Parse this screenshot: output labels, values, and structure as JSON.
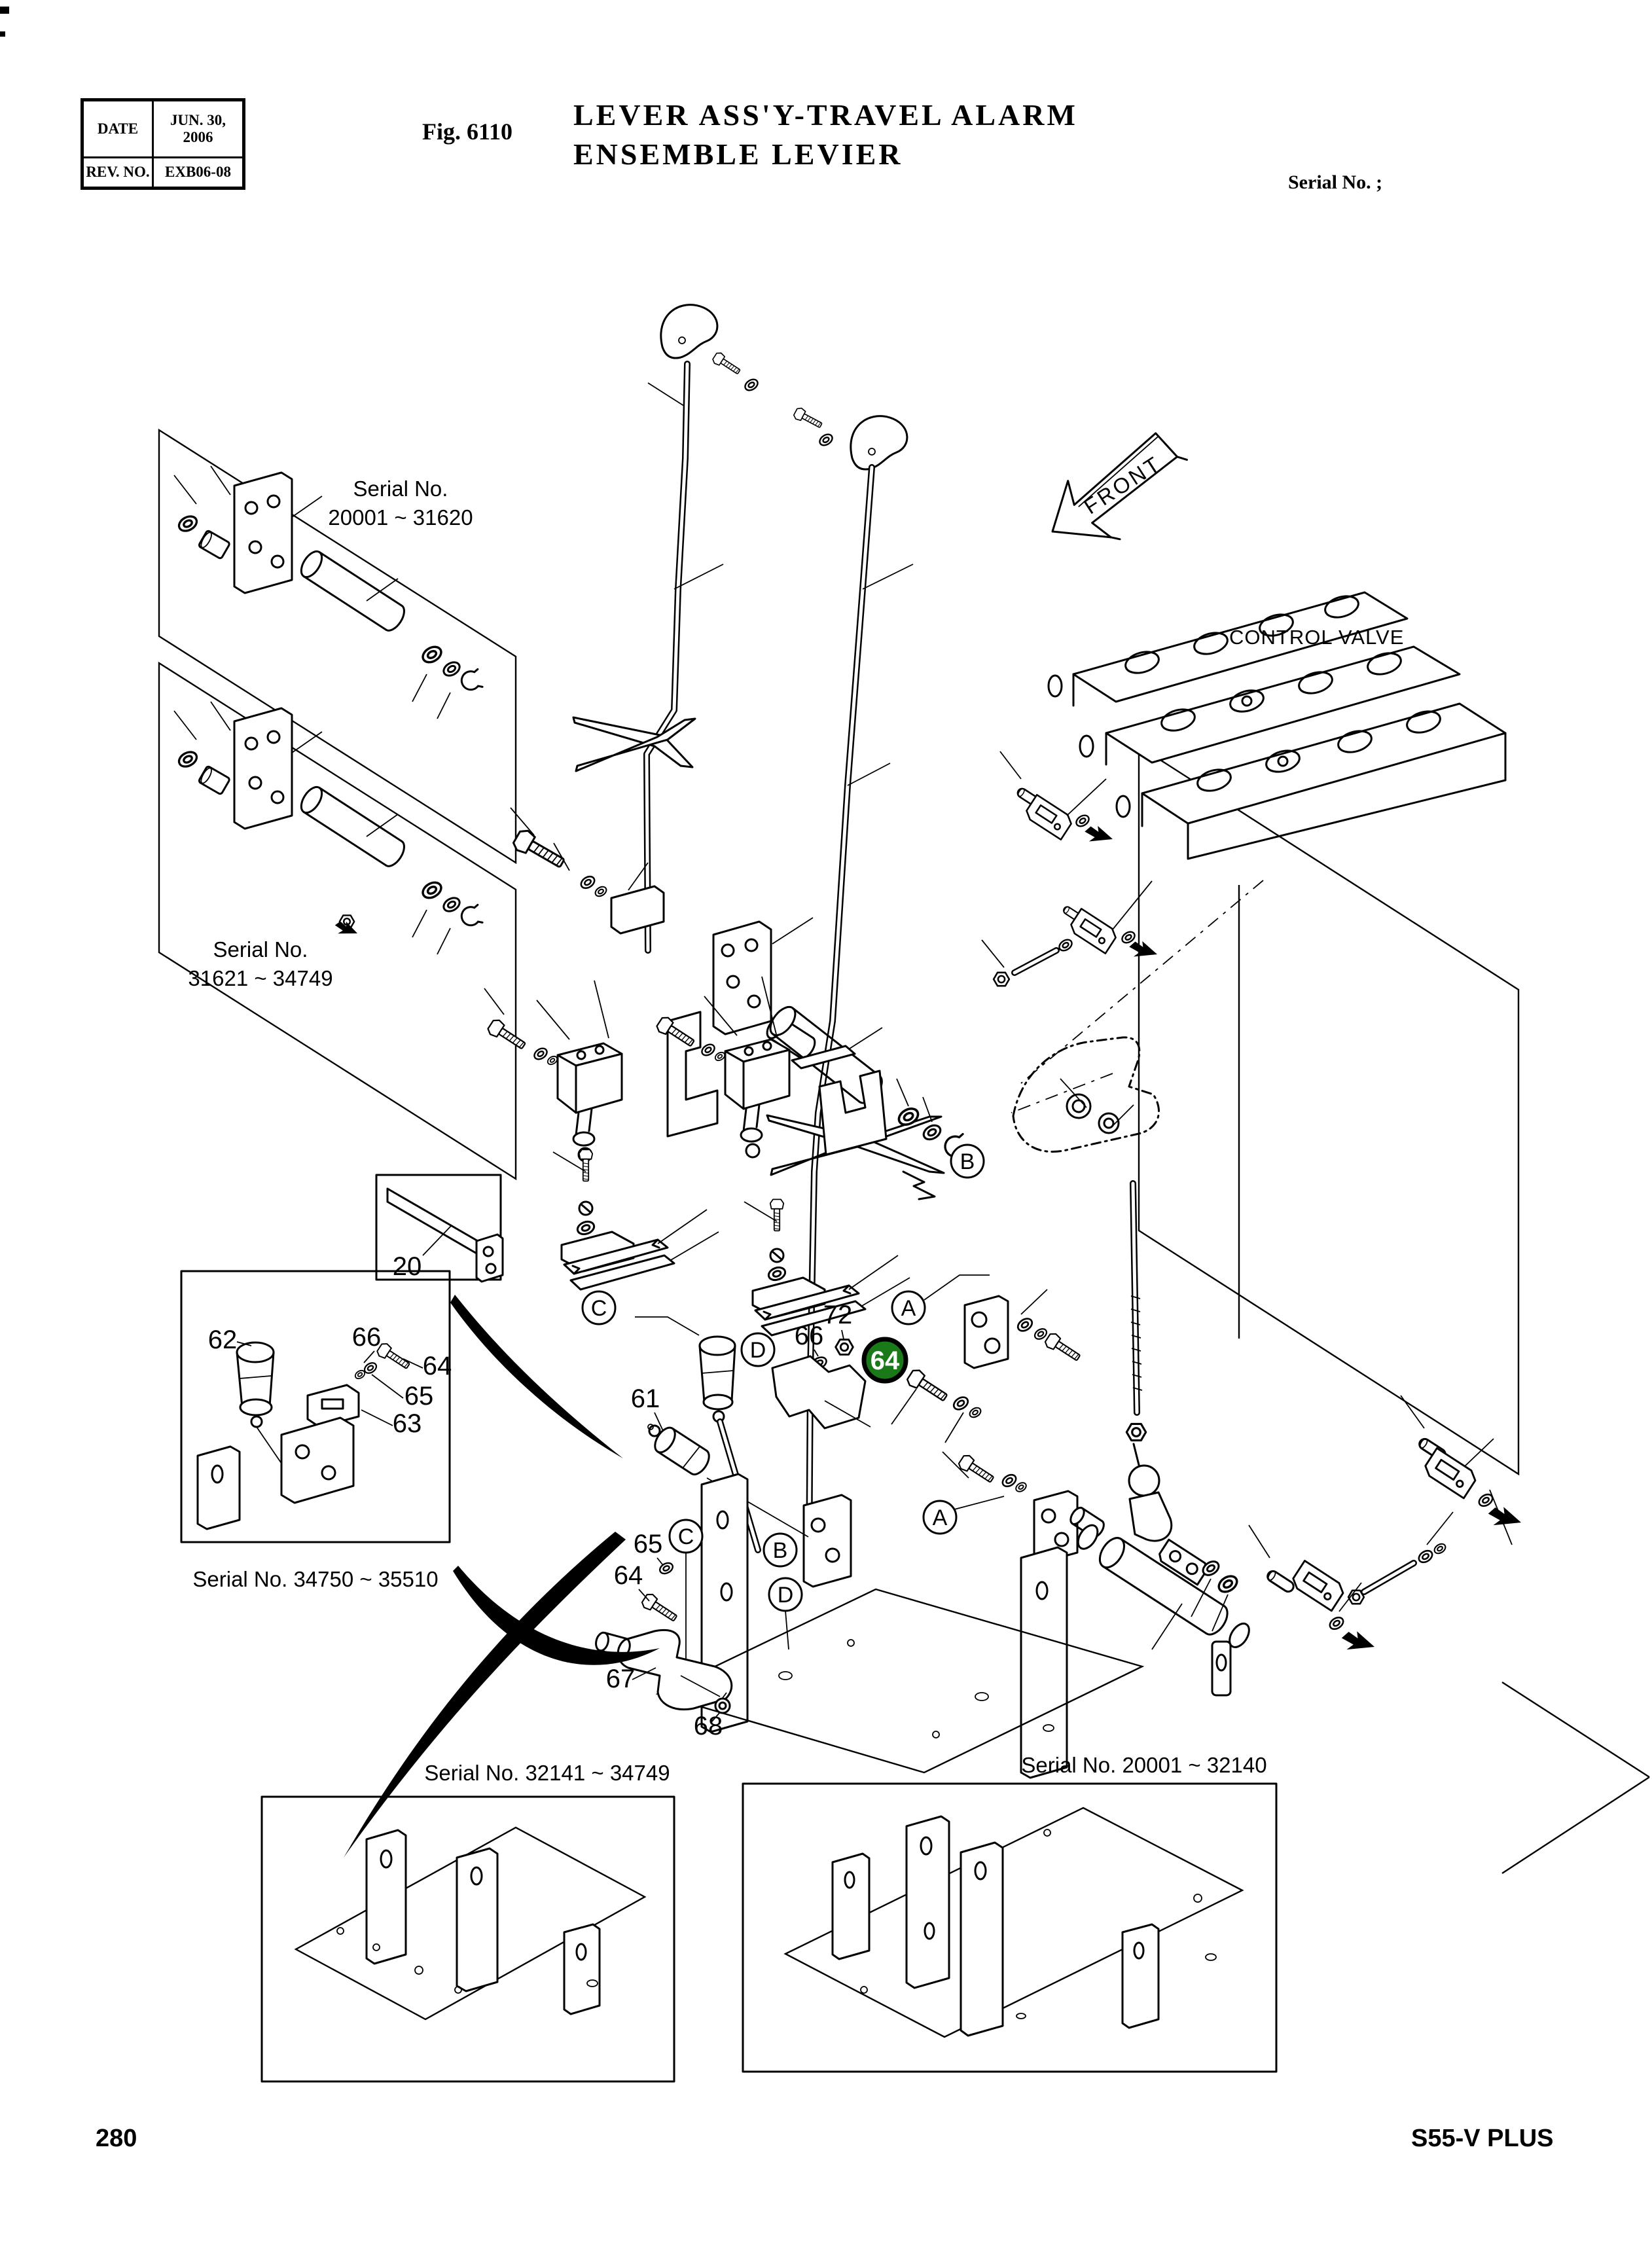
{
  "header": {
    "table": {
      "rows": [
        {
          "label": "DATE",
          "value": "JUN. 30, 2006"
        },
        {
          "label": "REV. NO.",
          "value": "EXB06-08"
        }
      ]
    },
    "fig": "Fig. 6110",
    "title_en": "LEVER ASS'Y-TRAVEL ALARM",
    "title_fr": "ENSEMBLE LEVIER",
    "serial_note": "Serial No. ;"
  },
  "diagram": {
    "front": "FRONT",
    "control_valve": "CONTROL VALVE",
    "serials": {
      "sr1a": "Serial No.",
      "sr1b": "20001 ~ 31620",
      "sr2a": "Serial No.",
      "sr2b": "31621 ~ 34749",
      "sr3": "Serial No. 34750 ~ 35510",
      "sr4": "Serial No. 32141 ~ 34749",
      "sr5": "Serial No. 20001 ~ 32140"
    },
    "parts": {
      "p20": "20",
      "p61": "61",
      "p62": "62",
      "p63": "63",
      "p64b": "64",
      "p65b": "65",
      "p66b": "66",
      "p66m": "66",
      "p72": "72",
      "p64l": "64",
      "p65l": "65",
      "p67": "67",
      "p68": "68"
    },
    "badge": {
      "text": "64",
      "color": "#1a7a1a"
    },
    "refs": {
      "a": "A",
      "b": "B",
      "c": "C",
      "d": "D"
    }
  },
  "footer": {
    "page": "280",
    "model": "S55-V PLUS"
  }
}
